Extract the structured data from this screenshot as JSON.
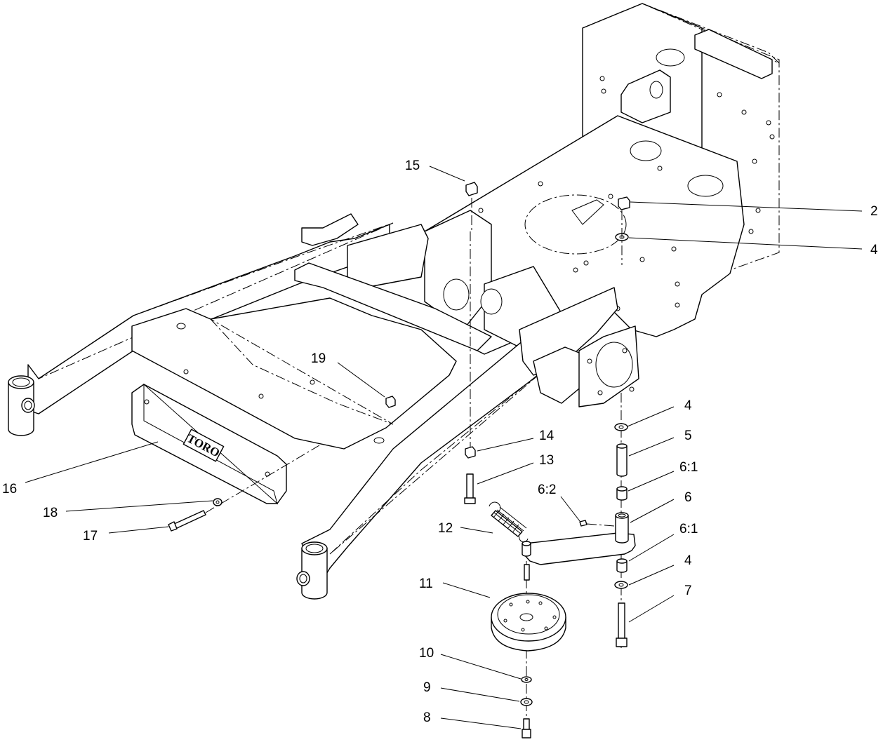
{
  "callouts": [
    {
      "id": "c15",
      "label": "15"
    },
    {
      "id": "c2",
      "label": "2"
    },
    {
      "id": "c4a",
      "label": "4"
    },
    {
      "id": "c19",
      "label": "19"
    },
    {
      "id": "c4b",
      "label": "4"
    },
    {
      "id": "c5",
      "label": "5"
    },
    {
      "id": "c14",
      "label": "14"
    },
    {
      "id": "c13",
      "label": "13"
    },
    {
      "id": "c6_1a",
      "label": "6:1"
    },
    {
      "id": "c6_2",
      "label": "6:2"
    },
    {
      "id": "c6",
      "label": "6"
    },
    {
      "id": "c16",
      "label": "16"
    },
    {
      "id": "c18",
      "label": "18"
    },
    {
      "id": "c12",
      "label": "12"
    },
    {
      "id": "c6_1b",
      "label": "6:1"
    },
    {
      "id": "c17",
      "label": "17"
    },
    {
      "id": "c4c",
      "label": "4"
    },
    {
      "id": "c11",
      "label": "11"
    },
    {
      "id": "c7",
      "label": "7"
    },
    {
      "id": "c10",
      "label": "10"
    },
    {
      "id": "c9",
      "label": "9"
    },
    {
      "id": "c8",
      "label": "8"
    }
  ],
  "logo_text": "TORO",
  "colors": {
    "line": "#000000",
    "background": "#ffffff"
  }
}
